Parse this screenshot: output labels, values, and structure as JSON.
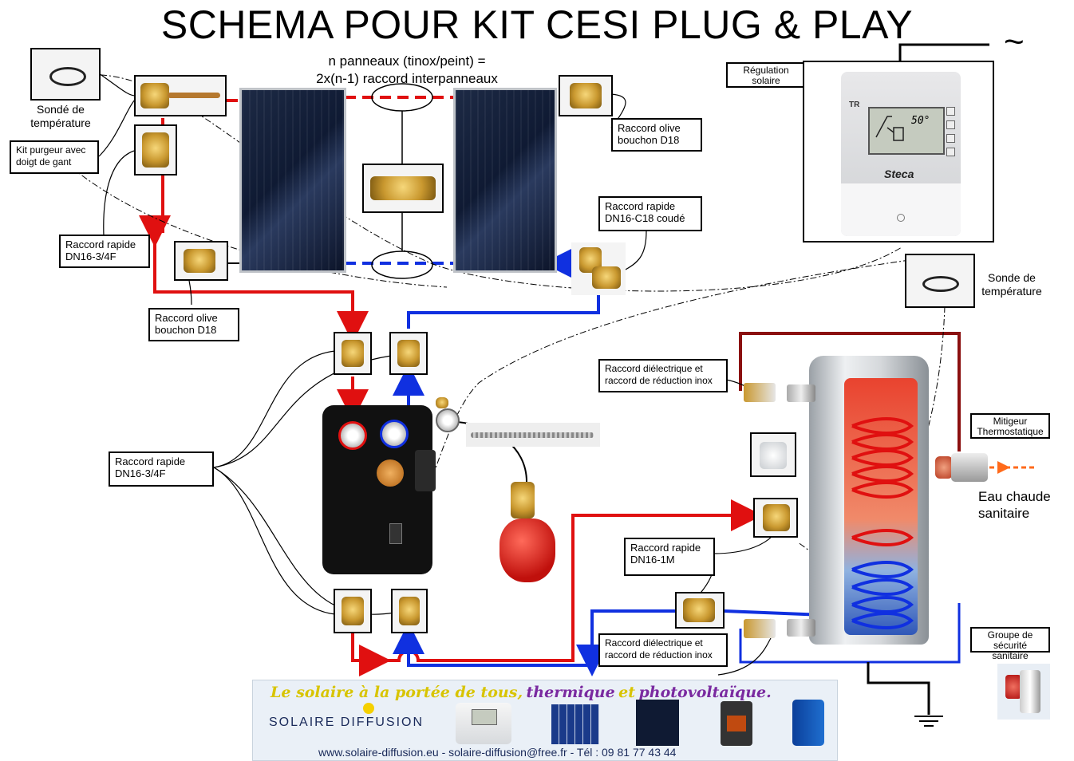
{
  "title": "SCHEMA POUR KIT CESI PLUG & PLAY",
  "panels_note": {
    "line1": "n panneaux (tinox/peint) =",
    "line2": "2x(n-1) raccord interpanneaux"
  },
  "labels": {
    "sonde_left": {
      "line1": "Sondé de",
      "line2": "température"
    },
    "kit_purgeur": {
      "line1": "Kit purgeur avec",
      "line2": "doigt de gant"
    },
    "raccord_olive_top": {
      "line1": "Raccord olive",
      "line2": "bouchon D18"
    },
    "raccord_rapide_coude": {
      "line1": "Raccord rapide",
      "line2": "DN16-C18 coudé"
    },
    "raccord_rapide_left": {
      "line1": "Raccord rapide",
      "line2": "DN16-3/4F"
    },
    "raccord_olive_bottom": {
      "line1": "Raccord olive",
      "line2": "bouchon D18"
    },
    "raccord_rapide_station": {
      "line1": "Raccord rapide",
      "line2": "DN16-3/4F"
    },
    "regulation": {
      "line1": "Régulation",
      "line2": "solaire"
    },
    "sonde_right": {
      "line1": "Sonde de",
      "line2": "température"
    },
    "dielectrique_top": {
      "line1": "Raccord diélectrique et",
      "line2": "raccord de réduction inox"
    },
    "dielectrique_bottom": {
      "line1": "Raccord diélectrique et",
      "line2": "raccord de réduction inox"
    },
    "mitigeur": {
      "line1": "Mitigeur",
      "line2": "Thermostatique"
    },
    "eau_chaude": {
      "line1": "Eau chaude",
      "line2": "sanitaire"
    },
    "raccord_dn16_1m": {
      "line1": "Raccord rapide",
      "line2": "DN16-1M"
    },
    "groupe_securite": {
      "line1": "Groupe de",
      "line2": "sécurité sanitaire"
    }
  },
  "controller": {
    "model": "TR",
    "display": "50°",
    "brand": "Steca"
  },
  "mains_symbol": "~",
  "banner": {
    "tagline_part1": "Le solaire à la portée de tous,",
    "tagline_part2": "thermique",
    "tagline_part3": "et",
    "tagline_part4": "photovoltaïque.",
    "brand": "SOLAIRE DIFFUSION",
    "footer": "www.solaire-diffusion.eu - solaire-diffusion@free.fr - Tél : 09 81 77 43 44"
  },
  "colors": {
    "hot_pipe": "#e01010",
    "cold_pipe": "#1030e0",
    "return_pipe": "#8b1010",
    "sensor_wire": "#000000"
  }
}
